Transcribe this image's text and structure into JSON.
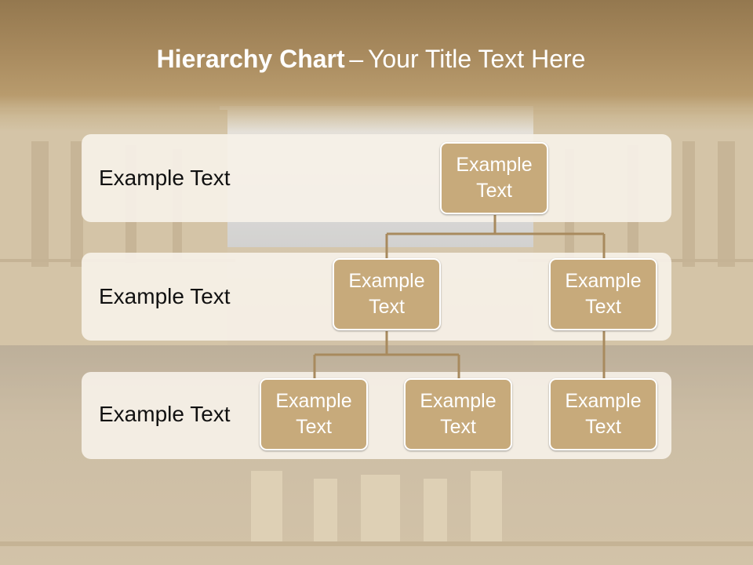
{
  "title": {
    "bold": "Hierarchy Chart",
    "dash": "–",
    "rest": "Your Title Text Here"
  },
  "levels": [
    {
      "label": "Example Text"
    },
    {
      "label": "Example Text"
    },
    {
      "label": "Example Text"
    }
  ],
  "nodes": {
    "root": "Example Text",
    "l2_left": "Example Text",
    "l2_right": "Example Text",
    "l3_a": "Example Text",
    "l3_b": "Example Text",
    "l3_c": "Example Text"
  },
  "colors": {
    "title_band": "#a88a5e",
    "node_fill": "#c7aa7b",
    "node_border": "#ffffff",
    "band_fill": "#f6f1e8",
    "connector": "#a88a5e",
    "text_dark": "#111111",
    "text_light": "#ffffff"
  }
}
